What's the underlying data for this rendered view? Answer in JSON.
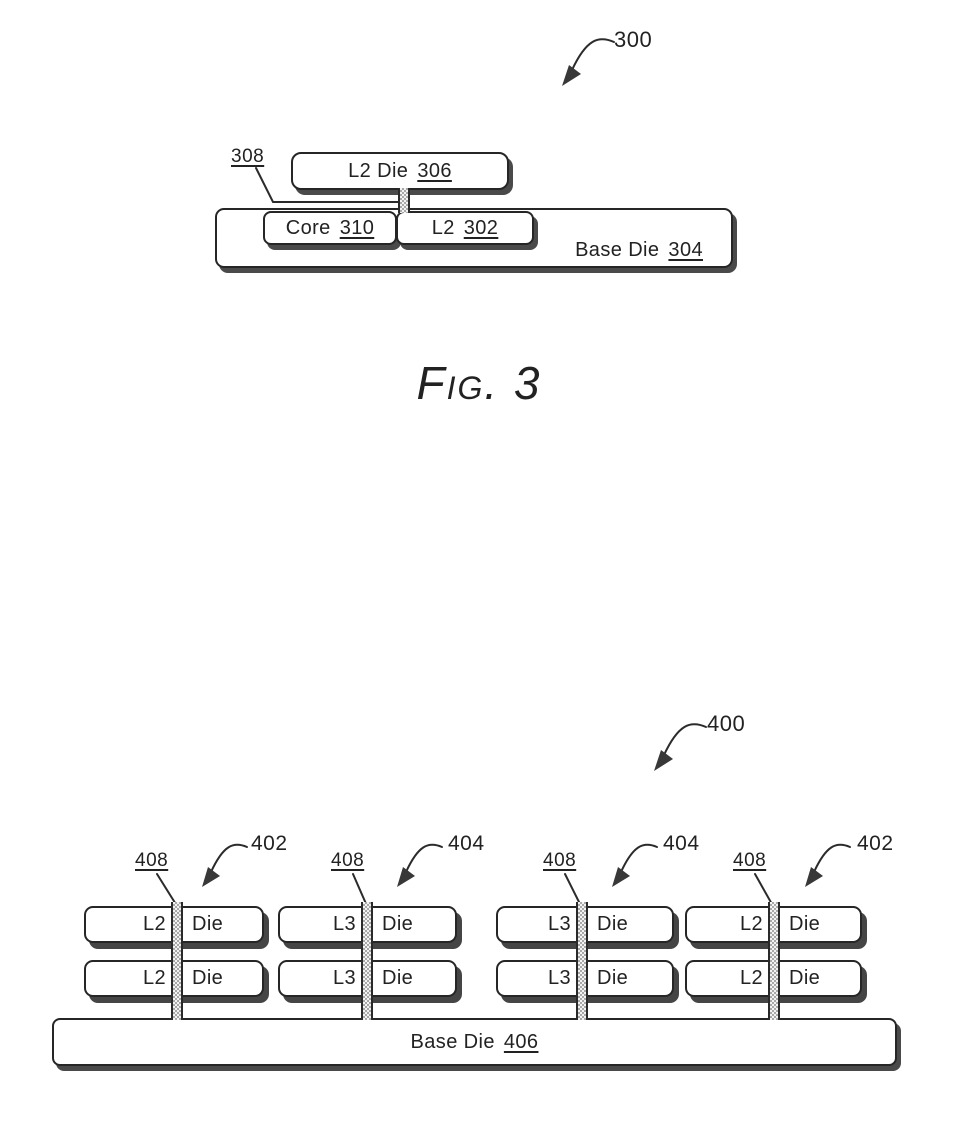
{
  "colors": {
    "ink": "#262626",
    "shadow": "#4a4a4a",
    "fill": "#ffffff",
    "via_stipple": "#a8a8a8"
  },
  "figure300": {
    "ref_label": "300",
    "connector_ref": "308",
    "l2_die": {
      "label": "L2 Die",
      "ref": "306"
    },
    "core": {
      "label": "Core",
      "ref": "310"
    },
    "l2": {
      "label": "L2",
      "ref": "302"
    },
    "base_die": {
      "label": "Base Die",
      "ref": "304"
    },
    "caption": "Fig. 3"
  },
  "figure400": {
    "ref_label": "400",
    "connector_ref": "408",
    "base_die": {
      "label": "Base Die",
      "ref": "406"
    },
    "columns": [
      {
        "ref": "402",
        "left": "L2",
        "right": "Die"
      },
      {
        "ref": "404",
        "left": "L3",
        "right": "Die"
      },
      {
        "ref": "404",
        "left": "L3",
        "right": "Die"
      },
      {
        "ref": "402",
        "left": "L2",
        "right": "Die"
      }
    ]
  }
}
